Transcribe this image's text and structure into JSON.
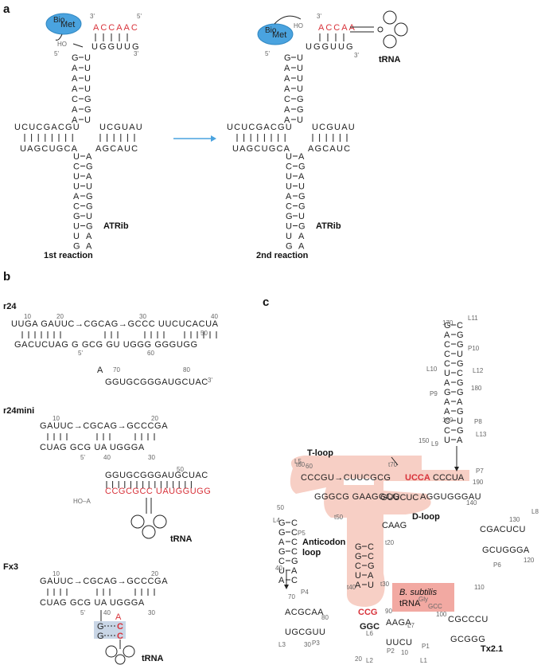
{
  "panels": {
    "a": "a",
    "b": "b",
    "c": "c"
  },
  "panel_a": {
    "met_label": "Met",
    "met_sup": "Bio",
    "acceptor_top": "ACCAAC",
    "acceptor_top_2": "ACCAA",
    "acceptor_bottom": "UGGUUG",
    "prime3": "3'",
    "prime5": "5'",
    "ho": "HO",
    "trna": "tRNA",
    "ribozyme": "ATRib",
    "reaction1": "1st reaction",
    "reaction2": "2nd reaction",
    "stem_left": [
      "G",
      "A",
      "A",
      "A",
      "C",
      "A",
      "A"
    ],
    "stem_right": [
      "U",
      "U",
      "U",
      "U",
      "G",
      "G",
      "U"
    ],
    "arm_left_top": "UCUCGACGU",
    "arm_left_bottom": "UAGCUGCA",
    "arm_right_top": "UCGUAU",
    "arm_right_bottom": "AGCAUC",
    "lower_left": [
      "U",
      "C",
      "U",
      "U",
      "A",
      "C",
      "G",
      "U",
      "U",
      "G"
    ],
    "lower_right": [
      "A",
      "G",
      "A",
      "U",
      "G",
      "G",
      "U",
      "G",
      "A",
      "A"
    ]
  },
  "panel_b": {
    "r24": "r24",
    "r24mini": "r24mini",
    "fx3": "Fx3",
    "r24_top": "UUGA GAUUC→CGCAG→GCCC UUCUCACUA",
    "r24_bottom": "GACUCUAG G GCG GU UGGG GGGUGG",
    "r24_tail": "GGUGCGGGAUGCUAC",
    "r24_tail_a": "A",
    "r24mini_top": "GAUUC→CGCAG→GCCCGA",
    "r24mini_bottom": "CUAG GCG UA UGGGA",
    "r24mini_tail": "GGUGCGGGAUGCUAC",
    "r24mini_trna": "CCGCGCC UAUGGUGG",
    "fx3_top": "GAUUC→CGCAG→GCCCGA",
    "fx3_bottom": "CUAG GCG UA UGGGA",
    "fx3_pair_top": "A",
    "fx3_c1": "C",
    "fx3_c2": "C",
    "fx3_g1": "G",
    "fx3_g2": "G",
    "trna": "tRNA",
    "ho_a": "HO–A",
    "nums": [
      "10",
      "20",
      "30",
      "40",
      "50",
      "60",
      "70",
      "80",
      "5'",
      "3'"
    ]
  },
  "panel_c": {
    "tloop": "T-loop",
    "dloop": "D-loop",
    "anticodon": "Anticodon",
    "anticodon2": "loop",
    "species": "B. subtilis",
    "trna_gly": "tRNA",
    "trna_sup": "Gly",
    "trna_sub": "GCC",
    "tx": "Tx2.1",
    "ucca": "UCCA",
    "ccg": "CCG",
    "ggc": "GGC",
    "tloop_seq_top": "CCCGU→CUUCGCG",
    "tloop_seq_bottom": "GGGCG GAAGGCG",
    "acceptor_seq": "CCCUA",
    "acceptor_bottom": "AGGUGGGAU",
    "d_seq_top": "GUUCUC",
    "d_seq_bottom": "CAAG",
    "stem_l": [
      "G",
      "G",
      "A",
      "G",
      "C",
      "U",
      "A"
    ],
    "stem_r": [
      "C",
      "C",
      "C",
      "C",
      "G",
      "A",
      "C"
    ],
    "right_arm_top": "CGACUCU",
    "right_arm_bottom": "GCUGGGA",
    "p10_stack": [
      "G",
      "A",
      "C",
      "C",
      "C",
      "U",
      "A",
      "G",
      "A",
      "A",
      "C",
      "C",
      "U"
    ],
    "p10_stack_r": [
      "C",
      "G",
      "G",
      "U",
      "G",
      "C",
      "G",
      "G",
      "A",
      "G",
      "U",
      "G",
      "A"
    ],
    "bottom_left": "ACGCAA",
    "bottom_left2": "UGCGUU",
    "bottom_mid": "AAGA",
    "bottom_mid2": "UUCU",
    "bottom_right": "CGCCCU",
    "bottom_right2": "GCGGG",
    "labels": [
      "L1",
      "L2",
      "L3",
      "L4",
      "L5",
      "L6",
      "L7",
      "L8",
      "L9",
      "L10",
      "L11",
      "L12",
      "L13",
      "P1",
      "P2",
      "P3",
      "P4",
      "P5",
      "P6",
      "P7",
      "P8",
      "P9",
      "P10"
    ],
    "t_nums": [
      "t20",
      "t30",
      "t40",
      "t50",
      "t60",
      "t70"
    ],
    "nums": [
      "10",
      "20",
      "30",
      "40",
      "50",
      "60",
      "70",
      "80",
      "90",
      "100",
      "110",
      "120",
      "130",
      "140",
      "150",
      "160",
      "170",
      "180",
      "190"
    ]
  }
}
